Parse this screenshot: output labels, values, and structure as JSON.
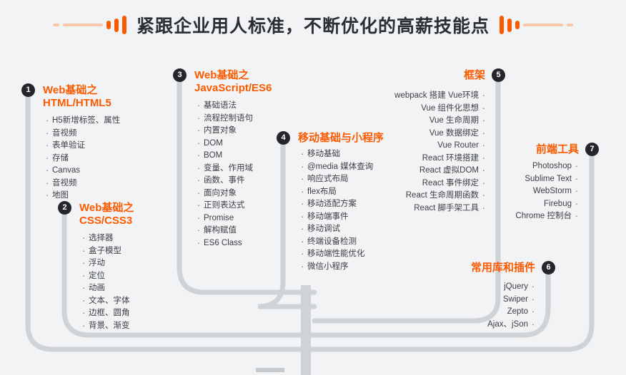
{
  "header": {
    "title": "紧跟企业用人标准，不断优化的高薪技能点",
    "deco_left": "bars-decoration-left",
    "deco_right": "bars-decoration-right"
  },
  "colors": {
    "accent": "#fa5a00",
    "accent_light": "#f9c6a8",
    "circle": "#24262b",
    "background": "#f2f3f5",
    "branch": "#cfd3d6",
    "text": "#3c3f43",
    "title": "#2b2f33"
  },
  "nodes": [
    {
      "num": "1",
      "title_line1": "Web基础之",
      "title_line2": "HTML/HTML5",
      "align": "left",
      "items": [
        "H5新增标签、属性",
        "音视频",
        "表单验证",
        "存储",
        "Canvas",
        "音视频",
        "地图"
      ]
    },
    {
      "num": "2",
      "title_line1": "Web基础之",
      "title_line2": "CSS/CSS3",
      "align": "left",
      "items": [
        "选择器",
        "盒子模型",
        "浮动",
        "定位",
        "动画",
        "文本、字体",
        "边框、圆角",
        "背景、渐变"
      ]
    },
    {
      "num": "3",
      "title_line1": "Web基础之",
      "title_line2": "JavaScript/ES6",
      "align": "left",
      "items": [
        "基础语法",
        "流程控制语句",
        "内置对象",
        "DOM",
        "BOM",
        "变量、作用域",
        "函数、事件",
        "面向对象",
        "正则表达式",
        "Promise",
        "解构赋值",
        "ES6 Class"
      ]
    },
    {
      "num": "4",
      "title_line1": "移动基础与小程序",
      "title_line2": "",
      "align": "left",
      "items": [
        "移动基础",
        "@media 媒体查询",
        "响应式布局",
        "flex布局",
        "移动适配方案",
        "移动端事件",
        "移动调试",
        "终端设备检测",
        "移动端性能优化",
        "微信小程序"
      ]
    },
    {
      "num": "5",
      "title_line1": "框架",
      "title_line2": "",
      "align": "right",
      "items": [
        "webpack 搭建 Vue环境",
        "Vue 组件化思想",
        "Vue 生命周期",
        "Vue 数据绑定",
        "Vue Router",
        "React 环境搭建",
        "React 虚拟DOM",
        "React 事件绑定",
        "React 生命周期函数",
        "React 脚手架工具"
      ]
    },
    {
      "num": "6",
      "title_line1": "常用库和插件",
      "title_line2": "",
      "align": "right",
      "items": [
        "jQuery",
        "Swiper",
        "Zepto",
        "Ajax、jSon"
      ]
    },
    {
      "num": "7",
      "title_line1": "前端工具",
      "title_line2": "",
      "align": "right",
      "items": [
        "Photoshop",
        "Sublime Text",
        "WebStorm",
        "Firebug",
        "Chrome 控制台"
      ]
    }
  ]
}
